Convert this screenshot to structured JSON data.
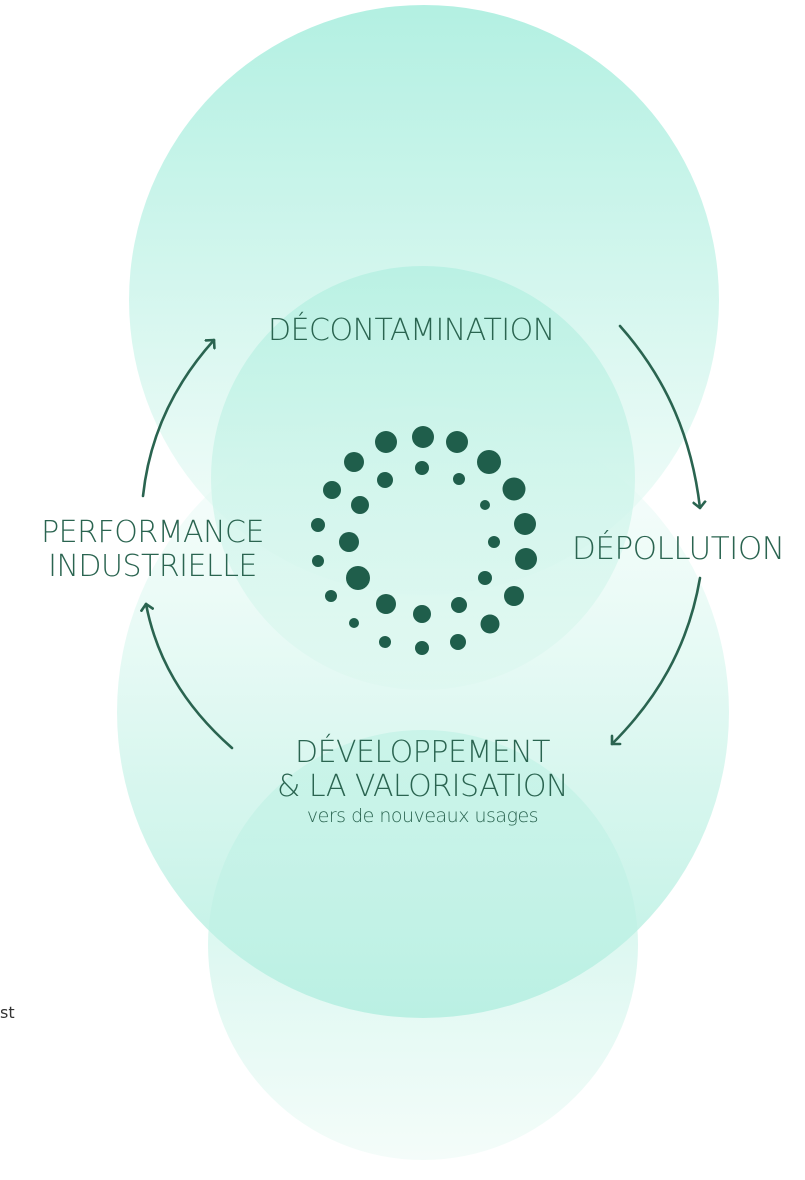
{
  "labels": {
    "decontamination": "DÉCONTAMINATION",
    "depollution": "DÉPOLLUTION",
    "performance_line1": "PERFORMANCE",
    "performance_line2": "INDUSTRIELLE",
    "development_line1": "DÉVELOPPEMENT",
    "development_line2": "& LA VALORISATION",
    "development_sub": "vers de nouveaux usages"
  },
  "stray_text": "st",
  "colors": {
    "circle": "#5fdcc0",
    "dots": "#1f5e4b",
    "arrows": "#2a6450",
    "text": "#2a6450"
  },
  "icons": {
    "center": "dot-ring-icon",
    "arrows": [
      "cycle-arrow-icon"
    ]
  }
}
